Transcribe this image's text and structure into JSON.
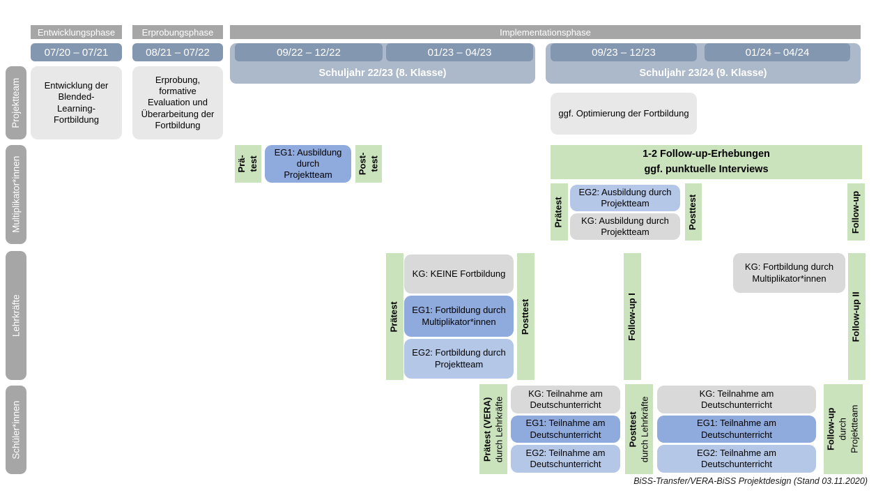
{
  "colors": {
    "phase_gray": "#a6a6a6",
    "date_blue": "#8497b0",
    "schuljahr_blue": "#acb9ca",
    "light_gray_box": "#e9e8e8",
    "kg_gray": "#d9d9d9",
    "eg1_blue": "#8faadc",
    "eg2_blue": "#b4c7e7",
    "green": "#cbe3bc"
  },
  "header": {
    "phases": {
      "p1": "Entwicklungsphase",
      "p2": "Erprobungsphase",
      "p3": "Implementationsphase"
    },
    "dates": {
      "d1": "07/20 – 07/21",
      "d2": "08/21 – 07/22",
      "d3": "09/22 – 12/22",
      "d4": "01/23 – 04/23",
      "d5": "09/23 – 12/23",
      "d6": "01/24 – 04/24"
    },
    "years": {
      "y1": "Schuljahr 22/23 (8. Klasse)",
      "y2": "Schuljahr 23/24 (9. Klasse)"
    }
  },
  "rows": {
    "projektteam": {
      "label": "Projektteam",
      "box1": "Entwicklung der Blended-Learning-Fortbildung",
      "box2": "Erprobung, formative Evaluation und Überarbeitung der Fortbildung",
      "box3": "ggf. Optimierung der Fortbildung"
    },
    "multiplikatoren": {
      "label": "Multiplikator*innen",
      "praetest_l1": "Prä-",
      "praetest_l2": "test",
      "eg1": "EG1: Ausbildung durch Projektteam",
      "posttest_l1": "Post-",
      "posttest_l2": "test",
      "followup_bar_l1": "1-2 Follow-up-Erhebungen",
      "followup_bar_l2": "ggf. punktuelle Interviews",
      "praetest2": "Prätest",
      "eg2": "EG2: Ausbildung durch Projektteam",
      "kg": "KG: Ausbildung durch Projektteam",
      "posttest2": "Posttest",
      "followup": "Follow-up"
    },
    "lehrkraefte": {
      "label": "Lehrkräfte",
      "praetest": "Prätest",
      "kg": "KG: KEINE Fortbildung",
      "eg1": "EG1: Fortbildung durch Multiplikator*innen",
      "eg2": "EG2: Fortbildung durch Projektteam",
      "posttest": "Posttest",
      "followup1": "Follow-up I",
      "kg2": "KG: Fortbildung durch Multiplikator*innen",
      "followup2": "Follow-up II"
    },
    "schueler": {
      "label": "Schüler*innen",
      "praetest_l1": "Prätest (VERA)",
      "praetest_l2": "durch Lehrkräfte",
      "kg1": "KG: Teilnahme am Deutschunterricht",
      "eg1a": "EG1: Teilnahme am Deutschunterricht",
      "eg2a": "EG2: Teilnahme am Deutschunterricht",
      "posttest_l1": "Posttest",
      "posttest_l2": "durch Lehrkräfte",
      "kg2": "KG: Teilnahme am Deutschunterricht",
      "eg1b": "EG1: Teilnahme am Deutschunterricht",
      "eg2b": "EG2: Teilnahme am Deutschunterricht",
      "followup_l1": "Follow-up",
      "followup_l2": "durch",
      "followup_l3": "Projektteam"
    }
  },
  "caption": "BiSS-Transfer/VERA-BiSS Projektdesign (Stand 03.11.2020)"
}
